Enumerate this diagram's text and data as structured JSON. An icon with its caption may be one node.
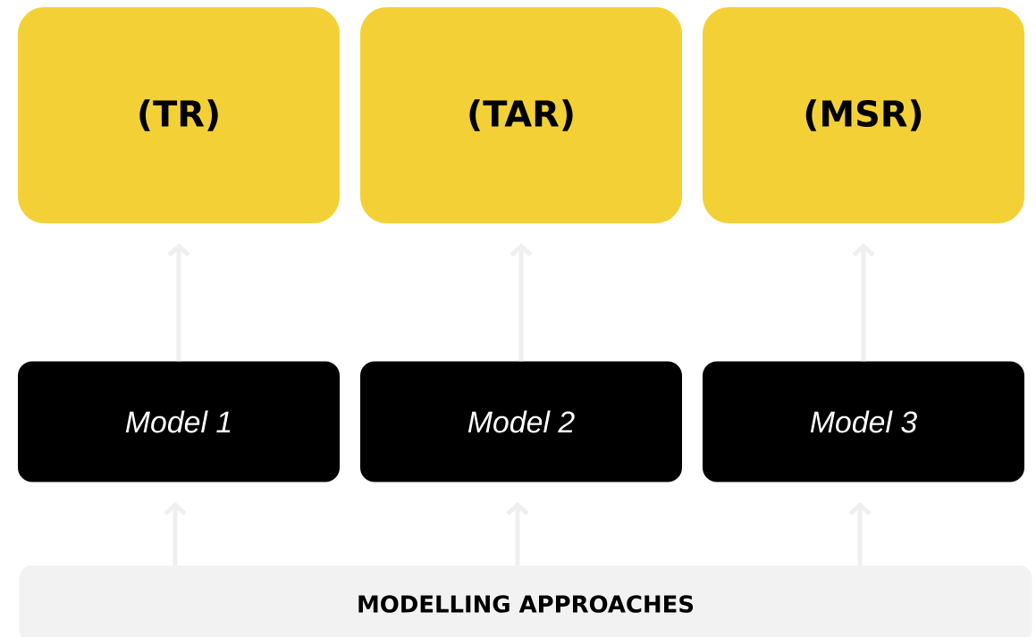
{
  "diagram": {
    "nodes": [
      {
        "text": [
          "(TR)"
        ]
      },
      {
        "text": [
          "(TAR)"
        ]
      },
      {
        "text": [
          "(MSR)"
        ]
      },
      {
        "text": [
          "Model 1"
        ]
      },
      {
        "text": [
          "Model 2"
        ]
      },
      {
        "text": [
          "Model 3"
        ]
      },
      {
        "text": [
          "MODELLING APPROACHES"
        ]
      }
    ],
    "edges": [
      {
        "from": 3,
        "to": 0,
        "arrow": "to"
      },
      {
        "from": 4,
        "to": 1,
        "arrow": "to"
      },
      {
        "from": 5,
        "to": 2,
        "arrow": "to"
      },
      {
        "from": 6,
        "to": 3,
        "arrow": "to"
      },
      {
        "from": 6,
        "to": 4,
        "arrow": "to"
      },
      {
        "from": 6,
        "to": 5,
        "arrow": "to"
      }
    ]
  }
}
